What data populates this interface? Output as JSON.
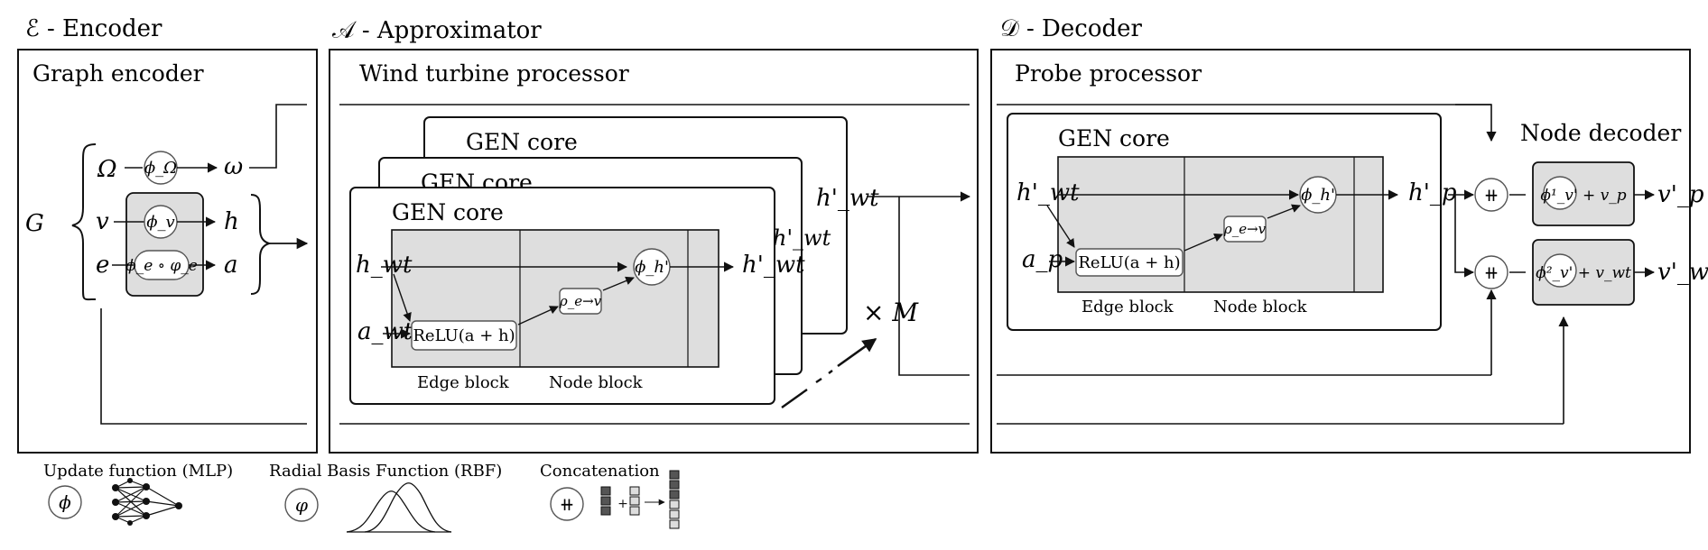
{
  "encoder": {
    "header": "ℰ - Encoder",
    "title": "Graph encoder",
    "graph_symbol": "G",
    "inputs": [
      "Ω",
      "v",
      "e"
    ],
    "functions": [
      "ϕ_Ω",
      "ϕ_v",
      "ϕ_e ∘ φ_e"
    ],
    "outputs": [
      "ω",
      "h",
      "a"
    ]
  },
  "approximator": {
    "header": "𝒜 - Approximator",
    "title": "Wind turbine processor",
    "core_label": "GEN core",
    "input_h": "h_wt",
    "input_a": "a_wt",
    "relu": "ReLU(a + h)",
    "rho": "ρ_e→v",
    "phi": "ϕ_h'",
    "output": "h'_wt",
    "edge_block": "Edge block",
    "node_block": "Node block",
    "repeat": "× M"
  },
  "decoder": {
    "header": "𝒟 - Decoder",
    "title": "Probe processor",
    "core_label": "GEN core",
    "input_h": "h'_wt",
    "input_a": "a_p",
    "relu": "ReLU(a + h)",
    "rho": "ρ_e→v",
    "phi": "ϕ_h'",
    "output": "h'_p",
    "edge_block": "Edge block",
    "node_block": "Node block",
    "node_decoder_title": "Node decoder",
    "decoder_1": "ϕ¹_v' + v_p",
    "decoder_2": "ϕ²_v' + v_wt",
    "out_1": "v'_p",
    "out_2": "v'_wt"
  },
  "legend": {
    "mlp": "Update function (MLP)",
    "rbf": "Radial Basis Function (RBF)",
    "concat": "Concatenation",
    "mlp_symbol": "ϕ",
    "rbf_symbol": "φ",
    "concat_symbol": "⧺"
  }
}
